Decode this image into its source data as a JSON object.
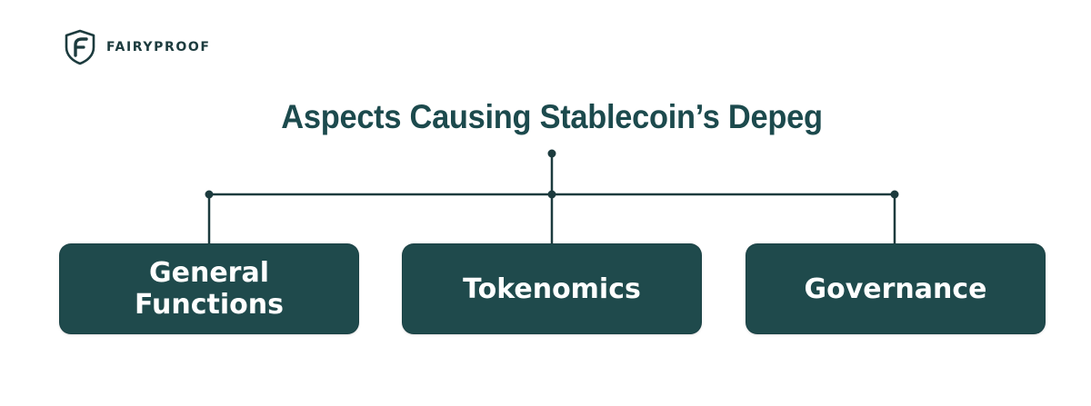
{
  "brand": {
    "name": "FAIRYPROOF",
    "logo_letter": "F",
    "color": "#1c3b3e"
  },
  "diagram": {
    "title": "Aspects Causing Stablecoin’s Depeg",
    "title_color": "#1c4a4d",
    "line_color": "#1c3b3e",
    "box_color": "#1f4a4c",
    "boxes": [
      {
        "label": "General\nFunctions"
      },
      {
        "label": "Tokenomics"
      },
      {
        "label": "Governance"
      }
    ]
  }
}
